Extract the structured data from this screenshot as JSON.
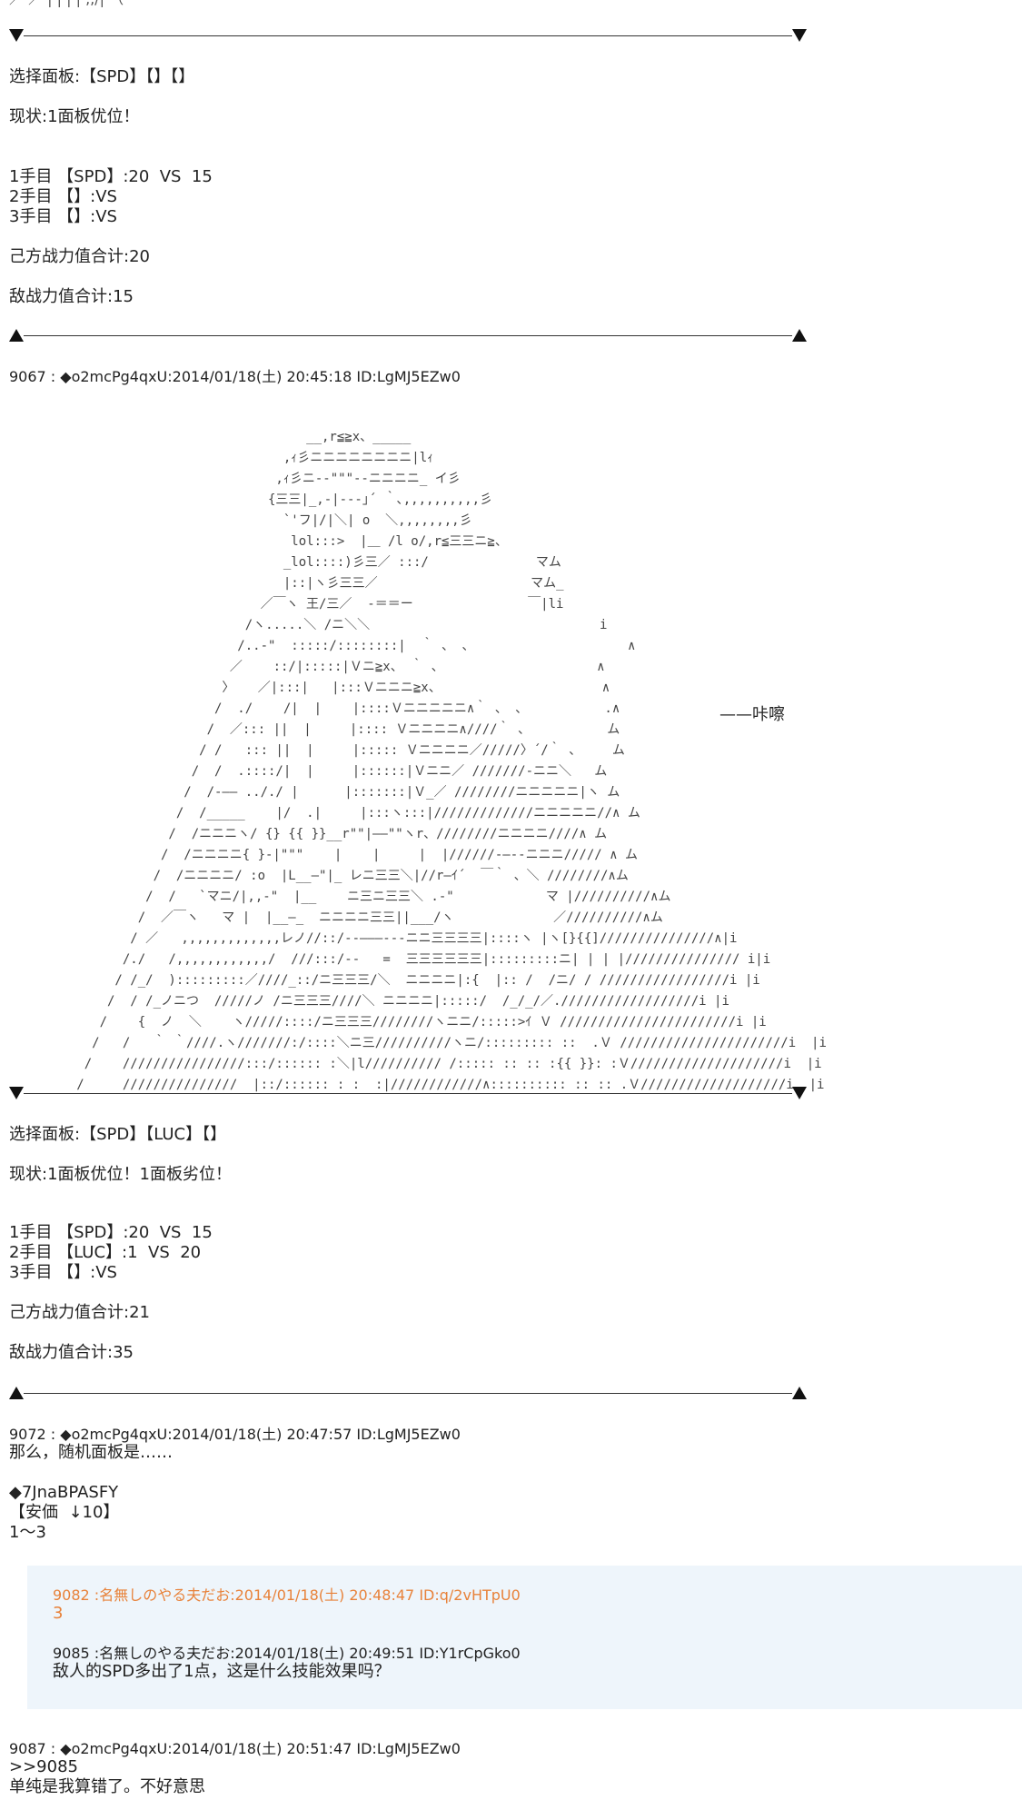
{
  "top_fragment": "／ ／     |        |           |    |  ,,/|                      （",
  "section1": {
    "select_line": "选择面板:【SPD】【】【】",
    "status_line": "现状:1面板优位！",
    "moves": [
      "1手目 【SPD】:20  VS  15",
      "2手目 【】:VS",
      "3手目 【】:VS"
    ],
    "own_total": "己方战力值合计:20",
    "enemy_total": "敌战力值合计:15"
  },
  "post_9067": {
    "header": "9067 : ◆o2mcPg4qxU:2014/01/18(土) 20:45:18 ID:LgMJ5EZw0",
    "sfx": "——咔嚓",
    "ascii_art": [
      "                                        __,r≦≧x、_____",
      "                                     ,ｨ彡ニニニニニニニニ|lｨ",
      "                                    ,ｨ彡ニ-‐\"\"\"‐-ニニニニ_ イ彡",
      "                                   {三三|_,-|-‐-｣´ ｀､,,,,,,,,,,彡",
      "                                     `'フ|/|＼| o  ＼,,,,,,,,彡",
      "                                      lol:::>  |＿ /l o/,r≦三三ニ≧、",
      "                                     _lol::::)彡三／ :::/              マム",
      "                                     |::|ヽ彡三三／                    マム_",
      "                                  ／￣ヽ 王/三／  -＝＝ー               ￣|li",
      "                                /ヽ.....＼ /ニ＼＼                              i",
      "                               /..-\"  :::::/::::::::|  ｀ 、 、                    ∧",
      "                              ／    ::/|:::::|Ｖニ≧x、 ｀ 、                    ∧",
      "                             〉   ／|:::|   |:::Ｖニニニ≧x、                     ∧",
      "                            /  ./    /|  |    |::::Ｖニニニニニ∧｀ 、 、          .∧",
      "                           /  ／::: ||  |     |:::: Ｖニニニニ∧////｀ 、          ム",
      "                          / /   ::: ||  |     |::::: Ｖニニニニ／/////〉´/｀ 、    ム",
      "                         /  /  .::::/|  |     |::::::|Ｖニニ／ ///////‐ニニ＼   ム",
      "                        /  /‐―― .././ |      |:::::::|Ｖ_／ ////////ニニニニニ|ヽ ム",
      "                       /  /_____    |/  .|     |:::ヽ:::|/////////////ニニニニニ//∧ ム",
      "                      /  /ニニニヽ/ {} {{ }}__r\"\"|――\"\"ヽr、////////ニニニニ////∧ ム",
      "                     /  /ニニニニ{ }‐|\"\"\"    |    |     |  |//////‐―‐‐ニニニ///// ∧ ム",
      "                    /  /ニニニニ/ :o  |L__―\"|_ レニ三三＼|//r―ｲ´  ￣｀ 、＼ ////////∧ム",
      "                   /  /   `マニ/|,,-\"  |__    ニ三ニ三三＼ .-\"            マ |//////////∧ム",
      "                  /  ／￣ヽ   マ |  |__―_  ニニニニ三三||___/ヽ             ／//////////∧ム",
      "                 / ／   ,,,,,,,,,,,,,レノ//::/-‐―――‐‐‐ニニ三三三三|::::ヽ |ヽ[}{{]///////////////∧|i",
      "                /./   /,,,,,,,,,,,,/  ///:::/-‐   =  三三三三三三|:::::::::ニ| | | |/////////////// i|i",
      "               / /_/  ):::::::::／////_::/ニ三三三/＼  ニニニニ|:{  |:: /  /ニ/ / /////////////////i |i",
      "              /  / /_ノニつ  /////ノ /ニ三三三////＼ ニニニニ|:::::/  /_/_/／.//////////////////i |i",
      "             /    {  ノ  ＼    ヽ/////::::/ニ三三三////////ヽニニ/:::::>ｲ Ｖ ///////////////////////i |i",
      "            /   /   ｀ ｀////.ヽ///////:/::::＼ニ三//////////ヽニ/::::::::: ::  .Ｖ //////////////////////i  |i",
      "           /    ////////////////:::/:::::: :＼|l////////// /::::: :: :: :{{ }}: :Ｖ////////////////////i  |i",
      "          /     ///////////////  |::/:::::: : :  :|////////////∧:::::::::: :: :: .Ｖ///////////////////i  |i"
    ]
  },
  "section2": {
    "select_line": "选择面板:【SPD】【LUC】【】",
    "status_line": "现状:1面板优位！1面板劣位！",
    "moves": [
      "1手目 【SPD】:20  VS  15",
      "2手目 【LUC】:1  VS  20",
      "3手目 【】:VS"
    ],
    "own_total": "己方战力值合计:21",
    "enemy_total": "敌战力值合计:35"
  },
  "post_9072": {
    "header": "9072 : ◆o2mcPg4qxU:2014/01/18(土) 20:47:57 ID:LgMJ5EZw0",
    "lines": [
      "那么，随机面板是……",
      "",
      "◆7JnaBPASFY",
      "【安価  ↓10】",
      "1～3"
    ]
  },
  "quotes": [
    {
      "header": "9082 :名無しのやる夫だお:2014/01/18(土) 20:48:47 ID:q/2vHTpU0",
      "body": "3"
    },
    {
      "header": "9085 :名無しのやる夫だお:2014/01/18(土) 20:49:51 ID:Y1rCpGko0",
      "body": "敌人的SPD多出了1点，这是什么技能效果吗？"
    }
  ],
  "post_9087": {
    "header": "9087 : ◆o2mcPg4qxU:2014/01/18(土) 20:51:47 ID:LgMJ5EZw0",
    "lines": [
      ">>9085",
      "单纯是我算错了。不好意思"
    ]
  },
  "colors": {
    "quote_orange": "#e8823a",
    "quote_bg": "#eef5fb",
    "text": "#222222"
  }
}
